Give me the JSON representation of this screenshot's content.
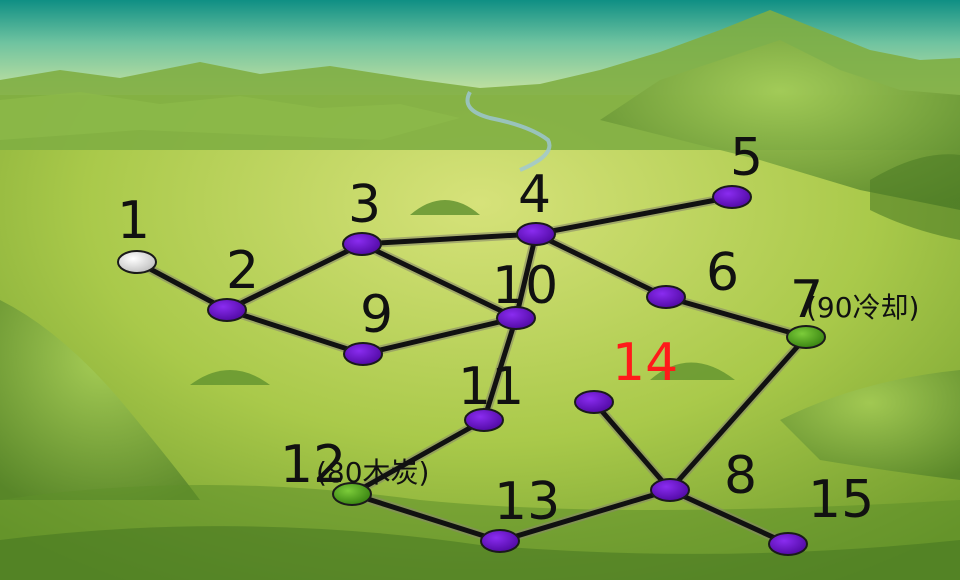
{
  "colors": {
    "node_default": "#6a10c8",
    "node_start": "#dcdcdc",
    "node_special": "#4a9b1c",
    "highlight_label": "#ff1a1a",
    "path": "#111111",
    "path_outline": "#8a8a6a"
  },
  "nodes": [
    {
      "id": 1,
      "label": "1",
      "type": "start"
    },
    {
      "id": 2,
      "label": "2",
      "type": "normal"
    },
    {
      "id": 3,
      "label": "3",
      "type": "normal"
    },
    {
      "id": 4,
      "label": "4",
      "type": "normal"
    },
    {
      "id": 5,
      "label": "5",
      "type": "normal"
    },
    {
      "id": 6,
      "label": "6",
      "type": "normal"
    },
    {
      "id": 7,
      "label": "7",
      "type": "special",
      "note": "(90冷却)"
    },
    {
      "id": 8,
      "label": "8",
      "type": "normal"
    },
    {
      "id": 9,
      "label": "9",
      "type": "normal"
    },
    {
      "id": 10,
      "label": "10",
      "type": "normal"
    },
    {
      "id": 11,
      "label": "11",
      "type": "normal"
    },
    {
      "id": 12,
      "label": "12",
      "type": "special",
      "note": "(80木炭)"
    },
    {
      "id": 13,
      "label": "13",
      "type": "normal"
    },
    {
      "id": 14,
      "label": "14",
      "type": "normal",
      "highlight": true
    },
    {
      "id": 15,
      "label": "15",
      "type": "normal"
    }
  ],
  "edges": [
    [
      1,
      2
    ],
    [
      2,
      3
    ],
    [
      2,
      9
    ],
    [
      3,
      4
    ],
    [
      3,
      10
    ],
    [
      9,
      10
    ],
    [
      4,
      5
    ],
    [
      4,
      10
    ],
    [
      4,
      6
    ],
    [
      6,
      7
    ],
    [
      7,
      8
    ],
    [
      10,
      11
    ],
    [
      11,
      12
    ],
    [
      12,
      13
    ],
    [
      13,
      8
    ],
    [
      14,
      8
    ],
    [
      8,
      15
    ]
  ]
}
